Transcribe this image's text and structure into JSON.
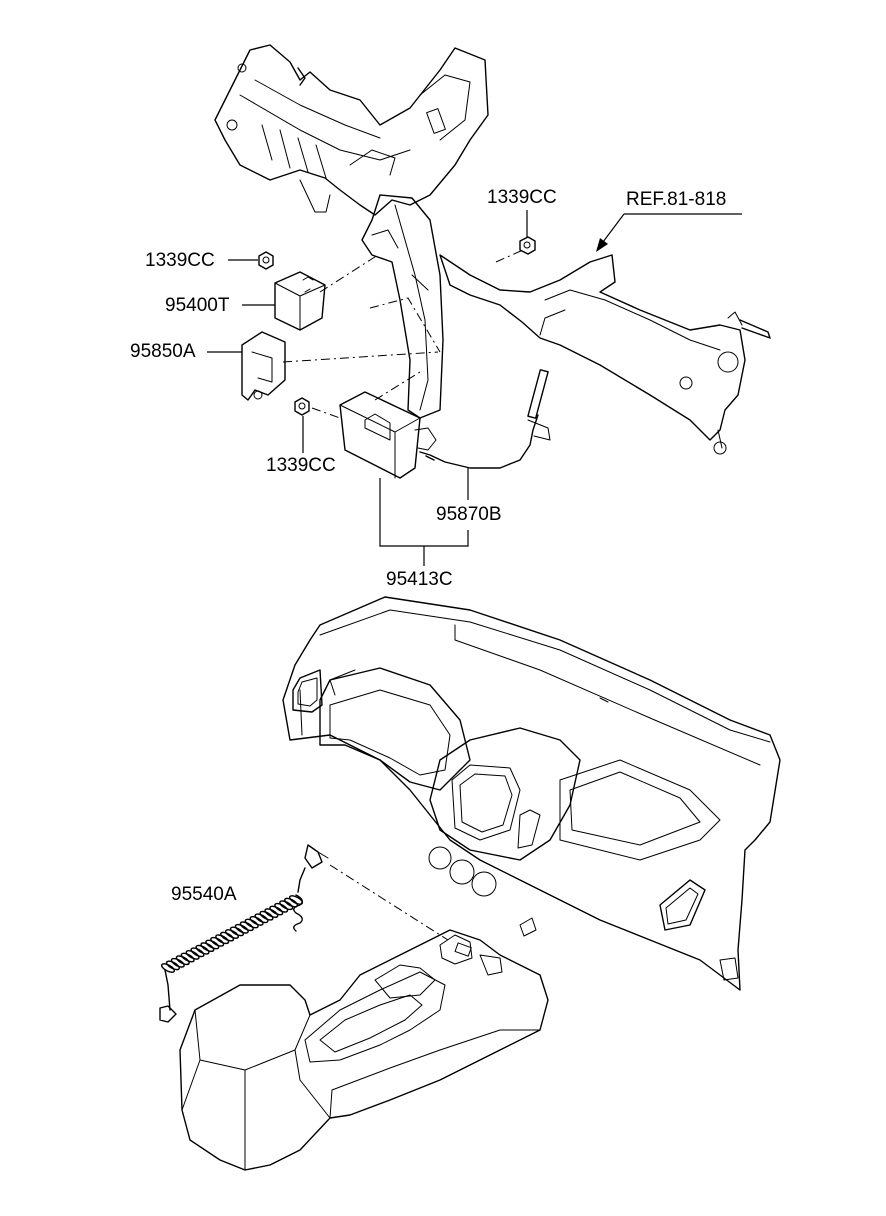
{
  "diagram": {
    "labels": {
      "nut_top_right": "1339CC",
      "reference": "REF.81-818",
      "nut_left": "1339CC",
      "module_95400T": "95400T",
      "bracket_95850A": "95850A",
      "nut_lower": "1339CC",
      "cable_95870B": "95870B",
      "assembly_95413C": "95413C",
      "coil_cord_95540A": "95540A"
    }
  }
}
